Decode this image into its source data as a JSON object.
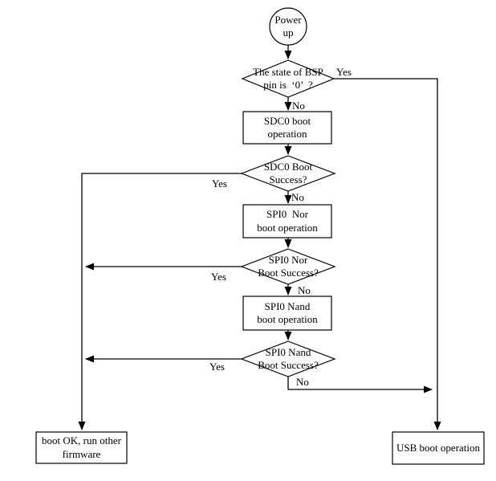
{
  "diagram": {
    "title": "boot-flowchart",
    "line_color": "#000000",
    "background_color": "#ffffff",
    "nodes": {
      "power_up": {
        "label": "Power\nup"
      },
      "bsp_decision": {
        "label": "The state of BSP\npin is  ‘0’  ?"
      },
      "sdc0_boot": {
        "label": "SDC0 boot\noperation"
      },
      "sdc0_decision": {
        "label": "SDC0 Boot\nSuccess?"
      },
      "spi0_nor_boot": {
        "label": "SPI0  Nor\nboot operation"
      },
      "spi0_nor_decision": {
        "label": "SPI0 Nor\nBoot Success?"
      },
      "spi0_nand_boot": {
        "label": "SPI0 Nand\nboot operation"
      },
      "spi0_nand_decision": {
        "label": "SPI0 Nand\nBoot Success?"
      },
      "boot_ok": {
        "label": "boot OK, run other\nfirmware"
      },
      "usb_boot": {
        "label": "USB boot operation"
      }
    },
    "edges": {
      "bsp_yes": "Yes",
      "bsp_no": "No",
      "sdc0_yes": "Yes",
      "sdc0_no": "No",
      "nor_yes": "Yes",
      "nor_no": "No",
      "nand_yes": "Yes",
      "nand_no": "No"
    }
  }
}
